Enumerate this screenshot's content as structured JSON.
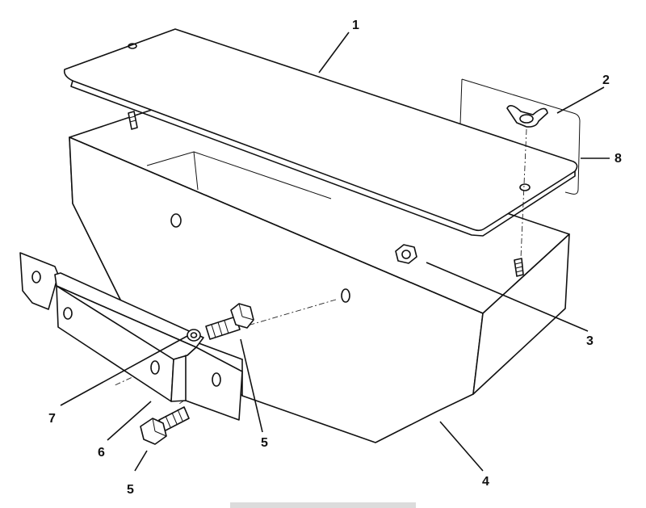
{
  "diagram": {
    "callouts": [
      {
        "id": "c1",
        "text": "1"
      },
      {
        "id": "c2",
        "text": "2"
      },
      {
        "id": "c3",
        "text": "3"
      },
      {
        "id": "c4",
        "text": "4"
      },
      {
        "id": "c5a",
        "text": "5"
      },
      {
        "id": "c5b",
        "text": "5"
      },
      {
        "id": "c6",
        "text": "6"
      },
      {
        "id": "c7",
        "text": "7"
      },
      {
        "id": "c8",
        "text": "8"
      }
    ]
  },
  "colors": {
    "ink": "#111111",
    "background": "#ffffff"
  }
}
